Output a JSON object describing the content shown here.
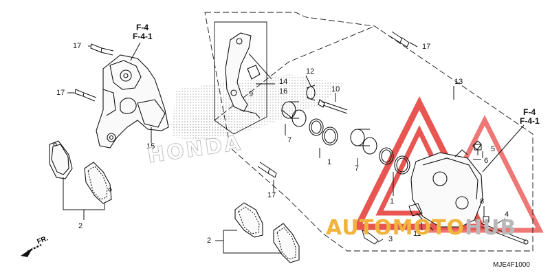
{
  "diagram": {
    "code": "MJE4F1000",
    "front_label": "FR.",
    "watermark": {
      "part1": "AUTOMOTO",
      "part2": "HUB"
    },
    "honda_text": "HONDA",
    "refs": {
      "left_top": [
        "F-4",
        "F-4-1"
      ],
      "right": [
        "F-4",
        "F-4-1"
      ]
    },
    "callouts": [
      "1",
      "1",
      "2",
      "2",
      "3",
      "4",
      "5",
      "6",
      "7",
      "7",
      "8",
      "9",
      "10",
      "11",
      "12",
      "13",
      "14",
      "15",
      "16",
      "17",
      "17",
      "17",
      "17"
    ],
    "colors": {
      "line": "#111111",
      "watermark_red": "#e53935",
      "watermark_orange": "#f0b43c",
      "watermark_gray": "#b8b8b8"
    }
  }
}
